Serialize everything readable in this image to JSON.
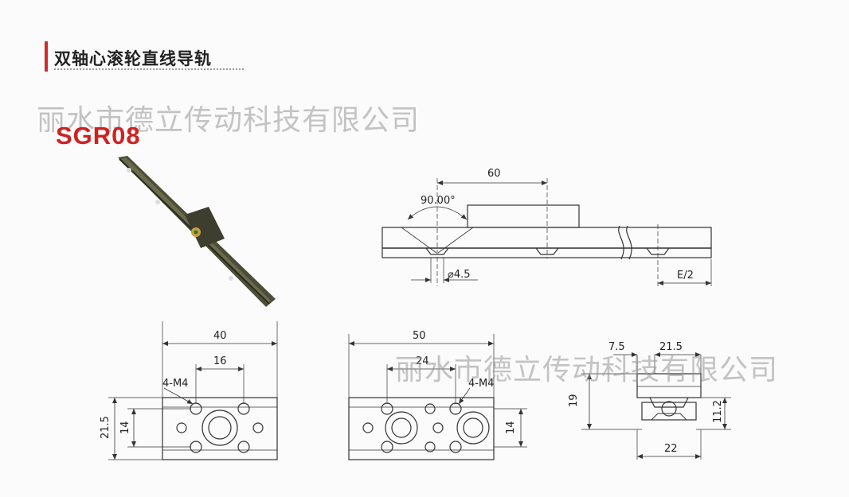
{
  "header": {
    "title": "双轴心滚轮直线导轨",
    "model": "SGR08",
    "watermark": "丽水市德立传动科技有限公司"
  },
  "side_view": {
    "dim_length": "60",
    "dim_angle": "90.00°",
    "dim_hole": "⌀4.5",
    "dim_pitch": "E/2"
  },
  "top_view_40": {
    "dim_width": "40",
    "dim_hole_spacing": "16",
    "dim_height": "21.5",
    "dim_hole_span": "14",
    "thread_label": "4-M4"
  },
  "top_view_50": {
    "dim_width": "50",
    "dim_hole_spacing": "24",
    "dim_hole_span": "14",
    "thread_label": "4-M4"
  },
  "end_view": {
    "dim_offset": "7.5",
    "dim_top_width": "21.5",
    "dim_height": "19",
    "dim_rail_height": "11.2",
    "dim_base_width": "22"
  },
  "colors": {
    "accent": "#d12b2b",
    "model": "#d02020",
    "line": "#333333",
    "rail": "#5a5a3c"
  }
}
